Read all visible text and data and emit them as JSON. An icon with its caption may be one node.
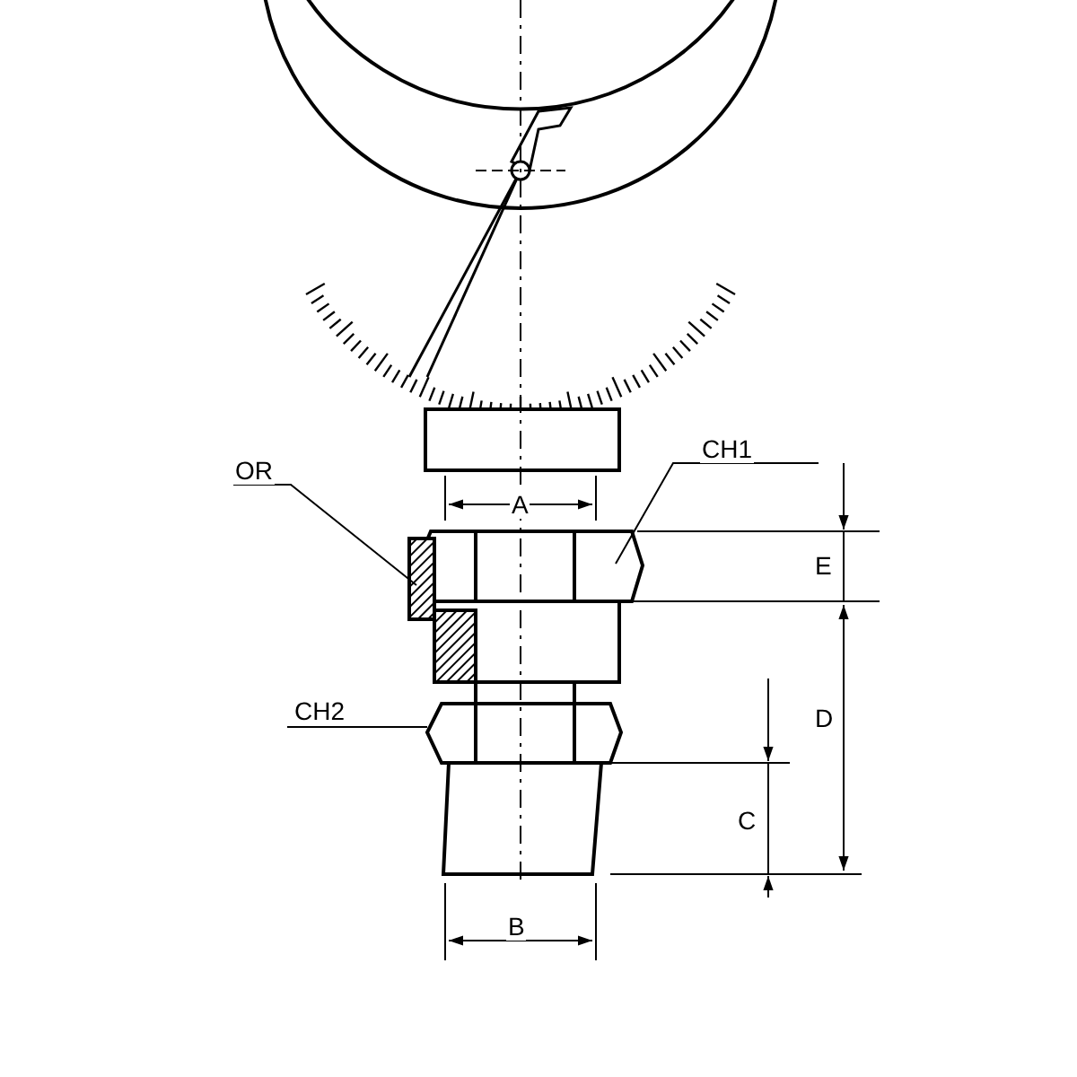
{
  "diagram": {
    "nodes": [
      {
        "text": [
          "OR"
        ]
      },
      {
        "text": [
          "CH1"
        ]
      },
      {
        "text": [
          "CH2"
        ]
      }
    ],
    "edges": [
      {
        "from": 0,
        "to": null,
        "arrow": "none"
      },
      {
        "from": 1,
        "to": null,
        "arrow": "none"
      },
      {
        "from": 2,
        "to": null,
        "arrow": "none"
      }
    ],
    "labels": [
      "A",
      "E",
      "D",
      "C",
      "B"
    ]
  }
}
